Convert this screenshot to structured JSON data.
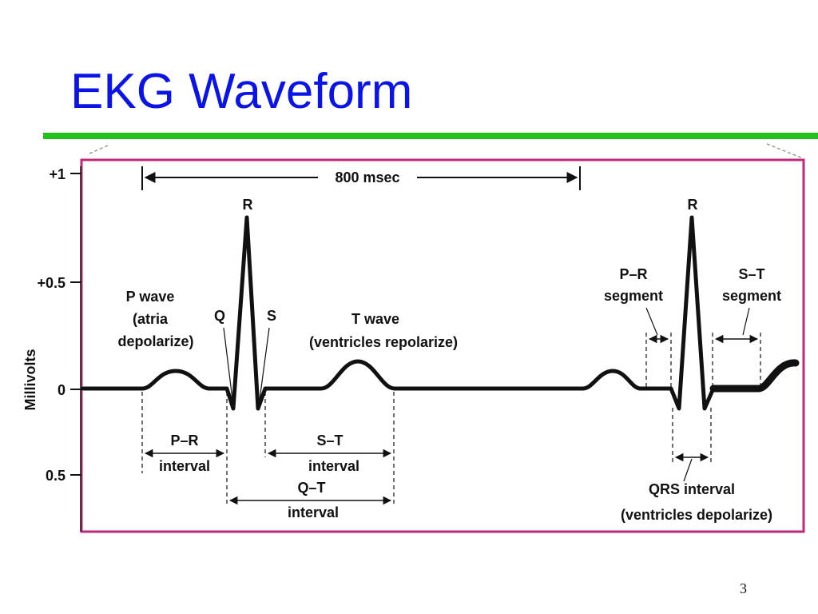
{
  "slide": {
    "title": "EKG Waveform",
    "page_number": "3",
    "colors": {
      "title": "#0a14e6",
      "rule": "#22c21e",
      "frame": "#c0287a",
      "ink": "#111111"
    }
  },
  "diagram": {
    "y_axis": {
      "label": "Millivolts",
      "ticks": [
        "+1",
        "+0.5",
        "0",
        "0.5"
      ]
    },
    "labels": {
      "duration": "800 msec",
      "r_peak": "R",
      "q_wave": "Q",
      "s_wave": "S",
      "p_wave": [
        "P wave",
        "(atria",
        "depolarize)"
      ],
      "t_wave": [
        "T wave",
        "(ventricles repolarize)"
      ],
      "pr_segment": [
        "P–R",
        "segment"
      ],
      "st_segment": [
        "S–T",
        "segment"
      ],
      "pr_interval": [
        "P–R",
        "interval"
      ],
      "st_interval": [
        "S–T",
        "interval"
      ],
      "qt_interval": [
        "Q–T",
        "interval"
      ],
      "qrs_interval": [
        "QRS interval",
        "(ventricles depolarize)"
      ]
    }
  }
}
